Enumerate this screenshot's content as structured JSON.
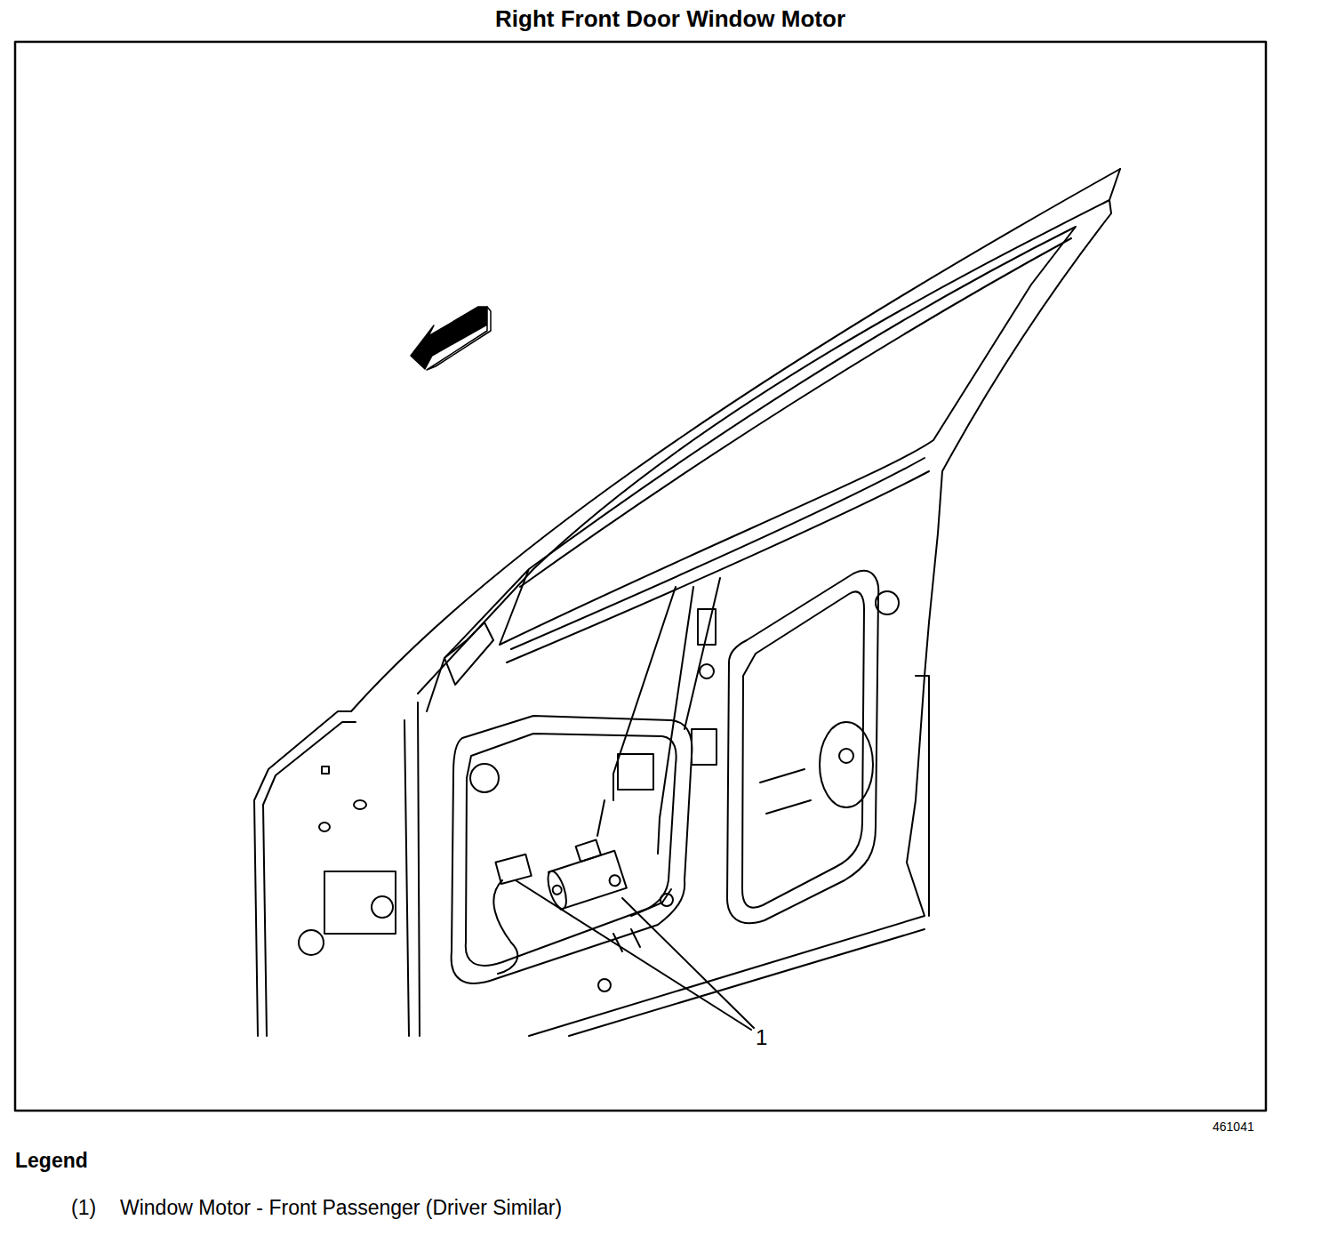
{
  "diagram": {
    "title": "Right Front Door Window Motor",
    "labels": [
      "1",
      "461041",
      "Legend",
      "(1)"
    ],
    "legend": [
      {
        "text": "Window Motor - Front Passenger (Driver Similar)"
      }
    ]
  }
}
